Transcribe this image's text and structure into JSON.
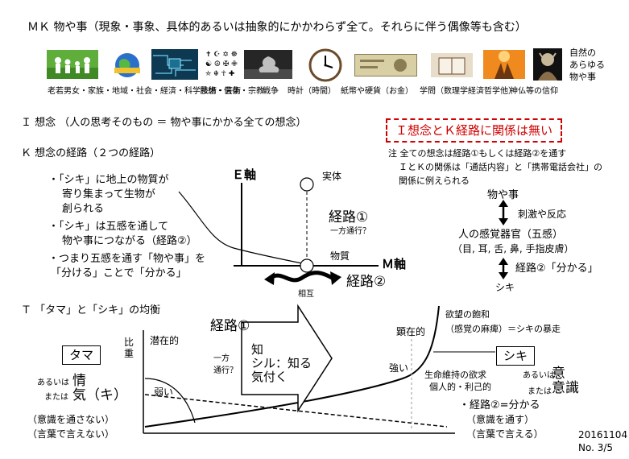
{
  "header": {
    "title": "ＭＫ  物や事（現象・事象、具体的あるいは抽象的にかかわらず全て。それらに伴う偶像等も含む）",
    "nature_1": "自然の",
    "nature_2": "あらゆる",
    "nature_3": "物や事",
    "cat_1": "老若男女・家族・地域・社会・経済・科学技術・芸術",
    "cat_2": "思想・信条・宗教",
    "cat_3": "戦争",
    "cat_4": "時計（時間）",
    "cat_5": "紙幣や硬貨（お金）",
    "cat_6": "学問（数理学経済哲学他）",
    "cat_7": "神仏等の信仰",
    "religion_symbols": "✝ ☪ ✡ ☸ ☯ ☮ ✠ ✙ ⛤ ☬ ☥ ✚"
  },
  "section_i": {
    "title": "Ｉ  想念      （人の思考そのもの   ＝   物や事にかかる全ての想念）",
    "boxed_statement": "Ｉ想念とＫ経路に関係は無い",
    "note_1": "注   全ての想念は経路①もしくは経路②を通す",
    "note_2": "ＩとＫの関係は「通話内容」と「携帯電話会社」の",
    "note_3": "関係に例えられる"
  },
  "section_k": {
    "title": "Ｋ  想念の経路（２つの経路）",
    "b1_1": "・「シキ」に地上の物質が",
    "b1_2": "寄り集まって生物が",
    "b1_3": "創られる",
    "b2_1": "・「シキ」は五感を通して",
    "b2_2": "物や事につながる（経路②）",
    "b3_1": "・つまり五感を通す「物や事」を",
    "b3_2": "「分ける」ことで「分かる」",
    "e_axis": "Ｅ軸",
    "m_axis": "Ｍ軸",
    "jittai": "実体",
    "busshitsu": "物質",
    "route1": "経路①",
    "one_way": "一方通行？",
    "route2": "経路②",
    "sougo": "相互",
    "flow_top": "物や事",
    "stimulus": "刺激や反応",
    "sense_1": "人の感覚器官（五感）",
    "sense_2": "（目, 耳, 舌, 鼻, 手指皮膚）",
    "route2_understand": "経路②「分かる」",
    "shiki": "シキ"
  },
  "section_t": {
    "title": "Ｔ  「タマ」と「シキ」の均衡",
    "tama": "タマ",
    "shiki": "シキ",
    "hijuu": "比重",
    "senzai": "潜在的",
    "kenzai": "顕在的",
    "yowai": "弱い",
    "tsuyoi": "強い",
    "route1": "経路①",
    "one_way_1": "一方",
    "one_way_2": "通行？",
    "arrow_1": "知",
    "arrow_2": "シル：知る",
    "arrow_3": "気付く",
    "aruiwa": "あるいは",
    "mataha": "または",
    "jou": "情",
    "ki": "気（キ）",
    "i": "意",
    "ishiki": "意識",
    "tama_note_1": "（意識を通さない）",
    "tama_note_2": "（言葉で言えない）",
    "yokubou_1": "欲望の飽和",
    "yokubou_2": "（感覚の麻痺）＝シキの暴走",
    "seimei_1": "生命維持の欲求",
    "seimei_2": "個人的・利己的",
    "route2_note_1": "・経路②=分かる",
    "route2_note_2": "（意識を通す）",
    "route2_note_3": "（言葉で言える）"
  },
  "footer": {
    "date": "20161104",
    "page": "No. 3/5"
  }
}
